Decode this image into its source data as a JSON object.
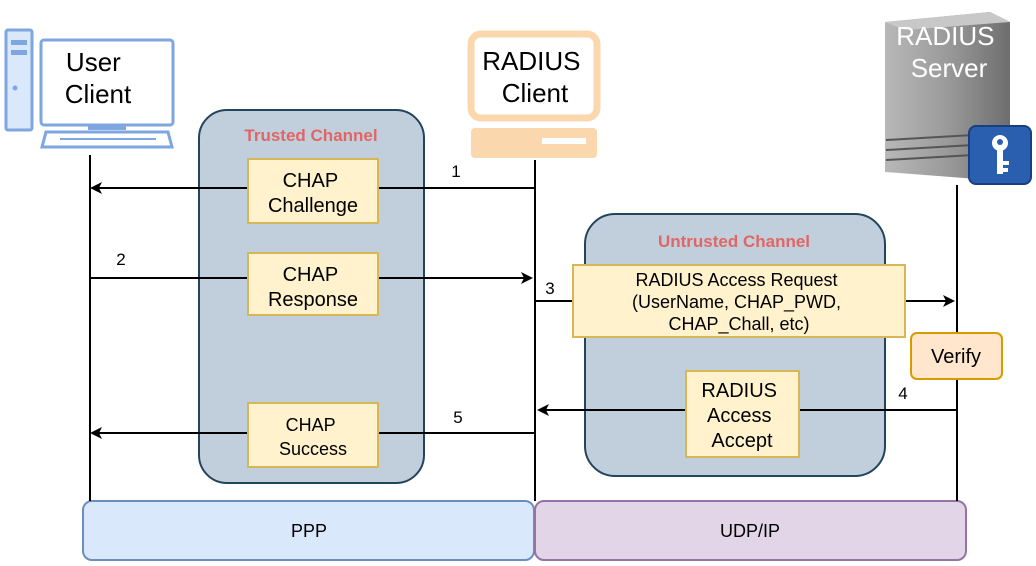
{
  "actors": {
    "user_client": [
      "User",
      "Client"
    ],
    "radius_client": [
      "RADIUS",
      "Client"
    ],
    "radius_server": [
      "RADIUS",
      "Server"
    ]
  },
  "channels": {
    "trusted": "Trusted Channel",
    "untrusted": "Untrusted Channel"
  },
  "messages": {
    "chap_challenge": [
      "CHAP",
      "Challenge"
    ],
    "chap_response": [
      "CHAP",
      "Response"
    ],
    "chap_success": [
      "CHAP",
      "Success"
    ],
    "access_request": [
      "RADIUS Access Request",
      "(UserName, CHAP_PWD,",
      "CHAP_Chall, etc)"
    ],
    "access_accept": [
      "RADIUS",
      "Access",
      "Accept"
    ],
    "verify": "Verify"
  },
  "steps": [
    "1",
    "2",
    "3",
    "4",
    "5"
  ],
  "layers": {
    "ppp": "PPP",
    "udp_ip": "UDP/IP"
  },
  "colors": {
    "channel_fill": "#c1cfdc",
    "channel_stroke": "#23445d",
    "channel_title": "#e06666",
    "msg_fill": "#fff2cc",
    "msg_stroke": "#d6b656",
    "verify_fill": "#ffe6cc",
    "verify_stroke": "#d79b00",
    "ppp_fill": "#dae8fc",
    "ppp_stroke": "#6c8ebf",
    "udp_fill": "#e1d5e7",
    "udp_stroke": "#9673a6",
    "pc_blue": "#7ea6e0",
    "radius_client_fill": "#fad7ac",
    "server_gray": "#8a8a8a",
    "key_blue": "#2a5fb0"
  }
}
